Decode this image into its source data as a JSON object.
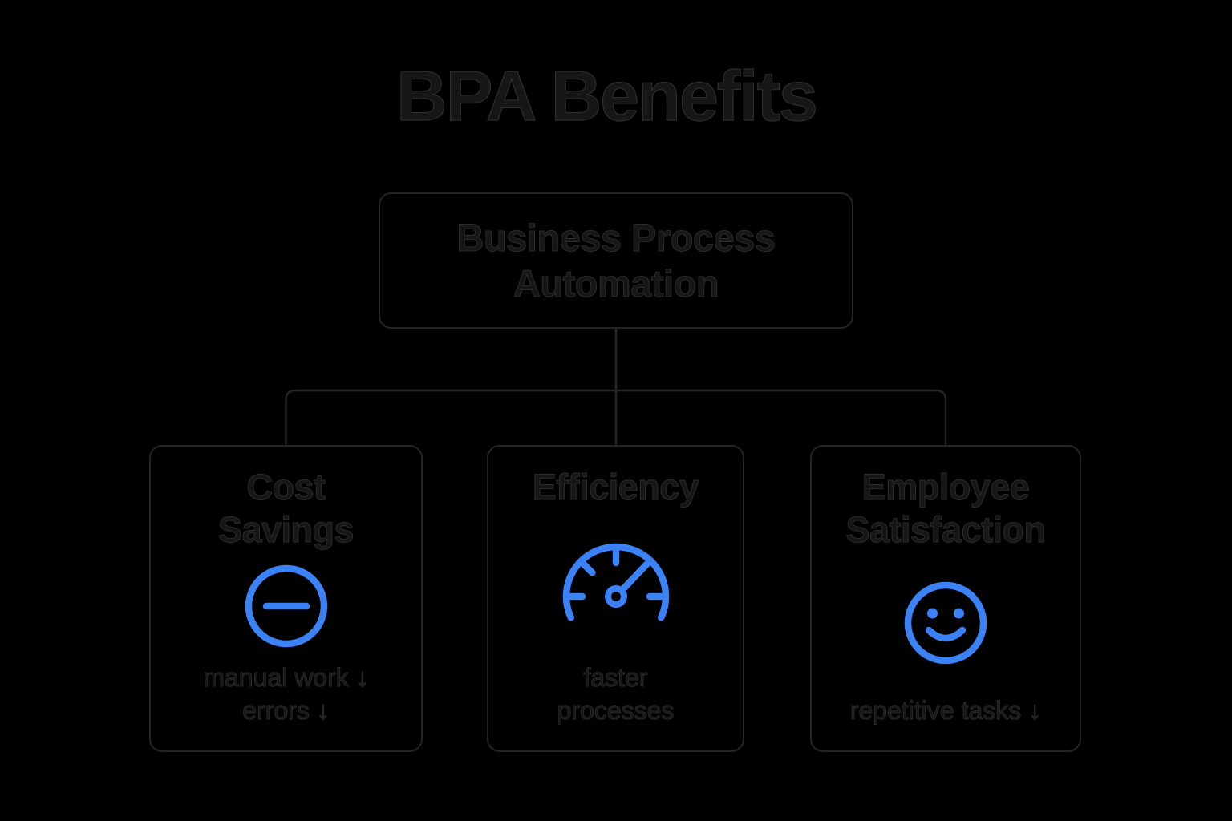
{
  "page": {
    "title": "BPA Benefits",
    "background_color": "#000000"
  },
  "colors": {
    "accent_blue": "#3b82f6",
    "line_and_border": "#242424",
    "dark_text": "#161616"
  },
  "root_node": {
    "label": "Business Process Automation"
  },
  "nodes": [
    {
      "id": "cost-savings",
      "title": "Cost Savings",
      "icon": "minus-circle-icon",
      "caption": "manual work ↓\nerrors ↓"
    },
    {
      "id": "efficiency",
      "title": "Efficiency",
      "icon": "gauge-icon",
      "caption": "faster\nprocesses"
    },
    {
      "id": "employee-satisfaction",
      "title": "Employee Satisfaction",
      "icon": "smiley-face-icon",
      "caption": "repetitive tasks ↓"
    }
  ]
}
